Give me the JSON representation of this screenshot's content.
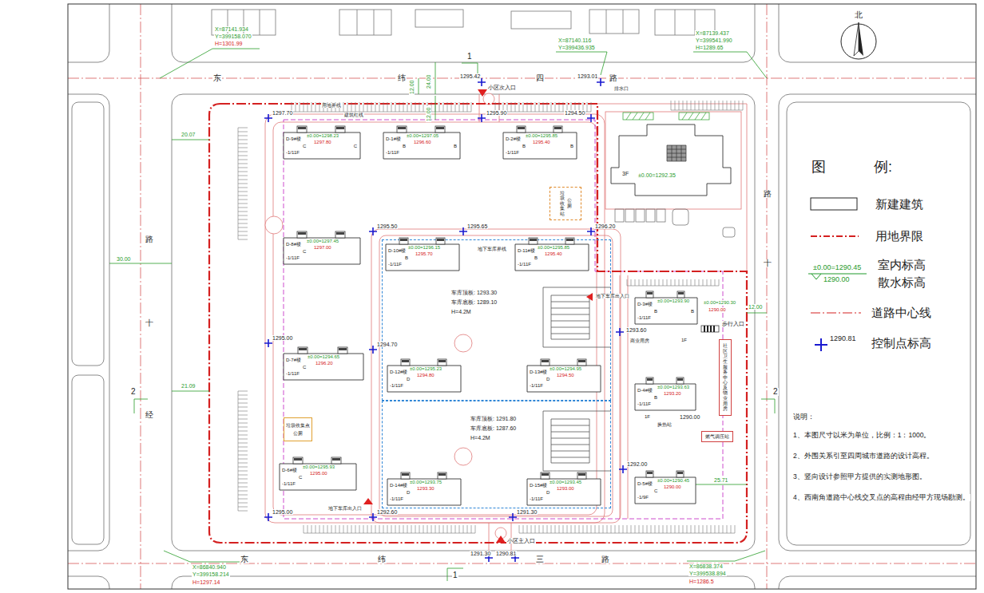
{
  "diagram": {
    "nodes": [
      {
        "text": [
          "D-9#楼",
          "±0.00=1298.23",
          "1297.80",
          "C",
          "C",
          "-1/11F"
        ]
      },
      {
        "text": [
          "D-1#楼",
          "±0.00=1297.05",
          "1296.60",
          "B",
          "B",
          "-1/11F"
        ]
      },
      {
        "text": [
          "D-2#楼",
          "±0.00=1295.85",
          "1295.40",
          "B",
          "B",
          "-1/11F"
        ]
      },
      {
        "text": [
          "3F",
          "±0.00=1292.35"
        ]
      },
      {
        "text": [
          "垃圾收集站",
          "公厕"
        ]
      },
      {
        "text": [
          "D-8#楼",
          "±0.00=1297.45",
          "1297.00",
          "C",
          "-1/11F"
        ]
      },
      {
        "text": [
          "车库顶板: 1293.30",
          "车库底板: 1289.10",
          "H=4.2M"
        ]
      },
      {
        "text": [
          "D-10#楼",
          "±0.00=1296.15",
          "1295.70",
          "B",
          "-1/11F"
        ],
        "in": 6
      },
      {
        "text": [
          "D-11#楼",
          "±0.00=1295.85",
          "1295.40",
          "B",
          "-1/11F"
        ],
        "in": 6
      },
      {
        "text": [
          "D-3#楼",
          "±0.00=1293.90",
          "B",
          "B",
          "-1/11F"
        ]
      },
      {
        "text": [
          "D-7#楼",
          "±0.00=1294.65",
          "1296.20",
          "C",
          "-1/11F"
        ]
      },
      {
        "text": [
          "D-12#楼",
          "±0.00=1295.23",
          "1294.80",
          "D",
          "-1/11F"
        ],
        "in": 6
      },
      {
        "text": [
          "D-13#楼",
          "±0.00=1294.95",
          "1294.50",
          "D",
          "-1/11F"
        ],
        "in": 6
      },
      {
        "text": [
          "社区卫生服务中心及物业用房"
        ]
      },
      {
        "text": [
          "D-4#楼",
          "±0.00=1293.63",
          "1293.20",
          "B",
          "-1/11F"
        ]
      },
      {
        "text": [
          "车库顶板: 1291.80",
          "车库底板: 1287.60",
          "H=4.2M"
        ]
      },
      {
        "text": [
          "垃圾收集点",
          "公厕"
        ]
      },
      {
        "text": [
          "D-6#楼",
          "±0.00=1295.93",
          "1295.00",
          "C",
          "-1/11F"
        ]
      },
      {
        "text": [
          "D-14#楼",
          "±0.00=1293.75",
          "1293.30",
          "D",
          "-1/11F"
        ],
        "in": 15
      },
      {
        "text": [
          "D-15#楼",
          "±0.00=1293.45",
          "1293.00",
          "D",
          "-1/11F"
        ],
        "in": 15
      },
      {
        "text": [
          "D-5#楼",
          "±0.00=1290.45",
          "1290.00",
          "C",
          "-1/9F"
        ]
      },
      {
        "text": [
          "燃气调压站"
        ]
      }
    ],
    "labels": [
      "X=87141.934",
      "Y=399158.070",
      "H=1301.99",
      "X=87140.116",
      "Y=399436.935",
      "X=87139.437",
      "Y=399541.990",
      "H=1289.65",
      "X=86840.940",
      "Y=399158.214",
      "H=1297.14",
      "X=86838.374",
      "Y=399538.894",
      "H=1286.5",
      "1",
      "1",
      "2",
      "2",
      "东",
      "纬",
      "四",
      "路",
      "东",
      "纬",
      "三",
      "路",
      "路",
      "十",
      "经",
      "路",
      "十",
      "12.00",
      "24.00",
      "12.00",
      "20.07",
      "30.00",
      "21.09",
      "12.00",
      "25.71",
      "1295.42",
      "1293.01",
      "1297.70",
      "1295.90",
      "1294.50",
      "1295.50",
      "1295.65",
      "1296.20",
      "1293.60",
      "1294.70",
      "1295.00",
      "1292.00",
      "1290.00",
      "1295.00",
      "1292.60",
      "1291.30",
      "1291.30",
      "1290.81",
      "小区次入口",
      "小区主入口",
      "地下车库出入口",
      "地下车库出入口",
      "步行入口",
      "排水口",
      "用地界线",
      "建筑红线",
      "地下车库界线",
      "±0.00=1290.30",
      "1290.00",
      "1F",
      "商业用房",
      "1F",
      "换热站",
      "图",
      "例:",
      "±0.00=1290.45",
      "1290.00",
      "1290.81",
      "北",
      "说明：",
      "1、本图尺寸以米为单位，比例：1：1000。",
      "2、外围关系引至四周城市道路的设计高程。",
      "3、竖向设计参照甲方提供的实测地形图。",
      "4、西南角道路中心线交叉点的高程由经甲方现场勘测。"
    ],
    "legend": [
      {
        "text": "新建建筑"
      },
      {
        "text": "用地界限"
      },
      {
        "text": "室内标高"
      },
      {
        "text": "散水标高"
      },
      {
        "text": "道路中心线"
      },
      {
        "text": "控制点标高"
      }
    ]
  }
}
